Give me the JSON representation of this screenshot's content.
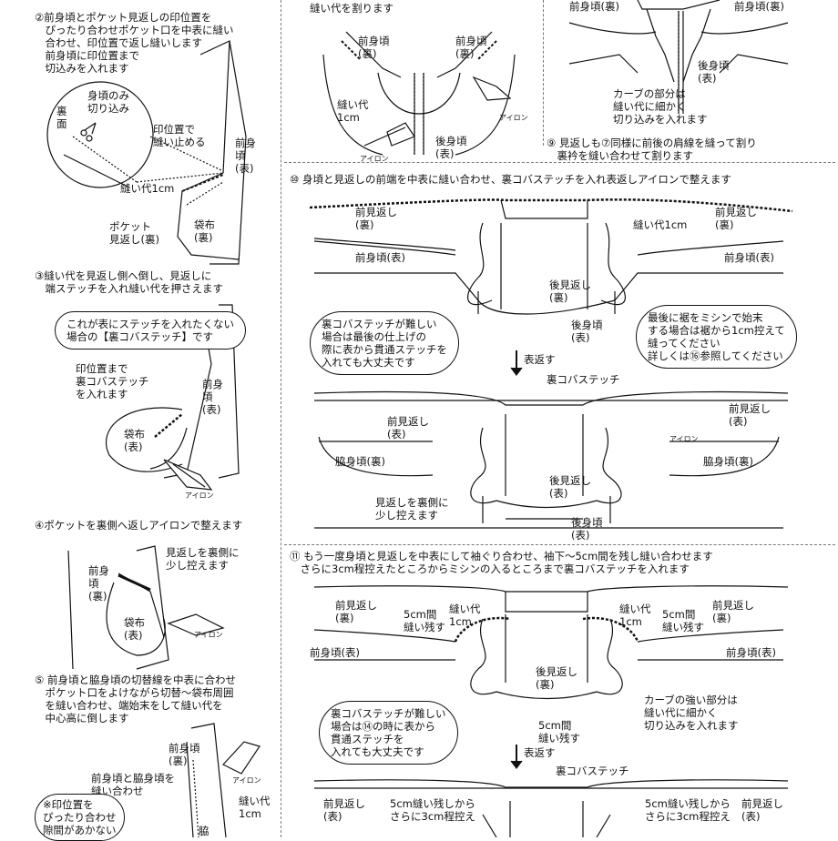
{
  "left": {
    "step2": {
      "text": "②前身頃とポケット見返しの印位置を\n　ぴったり合わせポケット口を中表に縫い\n　合わせ、印位置で返し縫いします\n　前身頃に印位置まで\n　切込みを入れます"
    },
    "step2_labels": {
      "cut_body_only": "身頃のみ\n切り込み",
      "back_face": "裏\n面",
      "stop_mark": "印位置で\n縫い止める",
      "front_body_face": "前身\n頃\n(表)",
      "seam1cm": "縫い代1cm",
      "pocket_facing": "ポケット\n見返し(裏)",
      "pouch_back": "袋布\n(裏)"
    },
    "step3": {
      "text": "③縫い代を見返し側へ倒し、見返しに\n　端ステッチを入れ縫い代を押さえます"
    },
    "step3_labels": {
      "cloud": "これが表にステッチを入れたくない\n場合の【裏コバステッチ】です",
      "to_mark": "印位置まで\n裏コバステッチ\nを入れます",
      "front_body": "前身\n頃\n(表)",
      "pouch": "袋布\n(表)",
      "iron": "アイロン"
    },
    "step4": {
      "text": "④ポケットを裏側へ返しアイロンで整えます"
    },
    "step4_labels": {
      "facing_inward": "見返しを裏側に\n少し控えます",
      "front_body": "前身\n頃\n(裏)",
      "pouch": "袋布\n(表)",
      "iron": "アイロン"
    },
    "step5": {
      "text": "⑤ 前身頃と脇身頃の切替線を中表に合わせ\n　ポケット口をよけながら切替～袋布周囲\n　を縫い合わせ、端始末をして縫い代を\n　中心高に倒します"
    },
    "step5_labels": {
      "front_body": "前身頃\n(裏)",
      "iron": "アイロン",
      "sew_together": "前身頃と脇身頃を\n縫い合わせ",
      "seam1cm": "縫い代\n1cm",
      "note": "※印位置を\nぴったり合わせ\n隙間があかない",
      "side": "脇"
    }
  },
  "right": {
    "top_labels": {
      "split_seam": "縫い代を割ります",
      "front_body_back_l": "前身頃\n(裏)",
      "front_body_back_r": "前身頃\n(裏)",
      "seam1cm": "縫い代\n1cm",
      "iron_r": "アイロン",
      "iron_bottom": "アイロン",
      "back_body": "後身頃\n(表)",
      "far_front_l": "前身頃(裏)",
      "far_front_r": "前身頃(裏)",
      "far_back": "後身頃\n(表)",
      "curve_note": "カーブの部分は\n縫い代に細かく\n切り込みを入れます"
    },
    "step9": {
      "text": "⑨ 見返しも⑦同様に前後の肩線を縫って割り\n　裏衿を縫い合わせて割ります"
    },
    "step10": {
      "text": "⑩ 身頃と見返しの前端を中表に縫い合わせ、裏コバステッチを入れ表返しアイロンで整えます"
    },
    "step10_labels": {
      "front_facing_back_l": "前見返し\n(裏)",
      "seam1cm": "縫い代1cm",
      "front_facing_back_r": "前見返し\n(裏)",
      "front_body_face_l": "前身頃(表)",
      "front_body_face_r": "前身頃(表)",
      "back_facing": "後見返し\n(裏)",
      "back_body": "後身頃\n(表)",
      "cloud_left": "裏コバステッチが難しい\n場合は最後の仕上げの\n際に表から貫通ステッチを\n入れても大丈夫です",
      "cloud_right": "最後に裾をミシンで始末\nする場合は裾から1cm控えて\n縫ってください\n詳しくは⑯参照してください",
      "turn": "表返す",
      "back_stitch": "裏コバステッチ",
      "front_facing_face_l": "前見返し\n(表)",
      "front_facing_face_r": "前見返し\n(表)",
      "iron": "アイロン",
      "side_body_back_l": "脇身頃(裏)",
      "side_body_back_r": "脇身頃(裏)",
      "back_facing_face": "後見返し\n(表)",
      "facing_inward": "見返しを裏側に\n少し控えます",
      "back_body_back": "後身頃\n(表)"
    },
    "step11": {
      "text": "⑪ もう一度身頃と見返しを中表にして袖ぐり合わせ、袖下～5cm間を残し縫い合わせます\n　さらに3cm程控えたところからミシンの入るところまで裏コバステッチを入れます"
    },
    "step11_labels": {
      "front_facing_back_l": "前見返し\n(裏)",
      "leave5cm_l": "5cm間\n縫い残す",
      "seam1cm_l": "縫い代\n1cm",
      "seam1cm_r": "縫い代\n1cm",
      "leave5cm_r": "5cm間\n縫い残す",
      "front_facing_back_r": "前見返し\n(裏)",
      "front_body_face_l": "前身頃(表)",
      "front_body_face_r": "前身頃(表)",
      "back_facing": "後見返し\n(裏)",
      "curve_note": "カーブの強い部分は\n縫い代に細かく\n切り込みを入れます",
      "cloud": "裏コバステッチが難しい\n場合は⑭の時に表から\n貫通ステッチを\n入れても大丈夫です",
      "leave5cm_c": "5cm間\n縫い残す",
      "turn": "表返す",
      "back_stitch": "裏コバステッチ",
      "front_facing_face_l": "前見返し\n(表)",
      "leave_more_l": "5cm縫い残しから\nさらに3cm程控え",
      "leave_more_r": "5cm縫い残しから\nさらに3cm程控え",
      "front_facing_face_r": "前見返し\n(表)"
    }
  }
}
